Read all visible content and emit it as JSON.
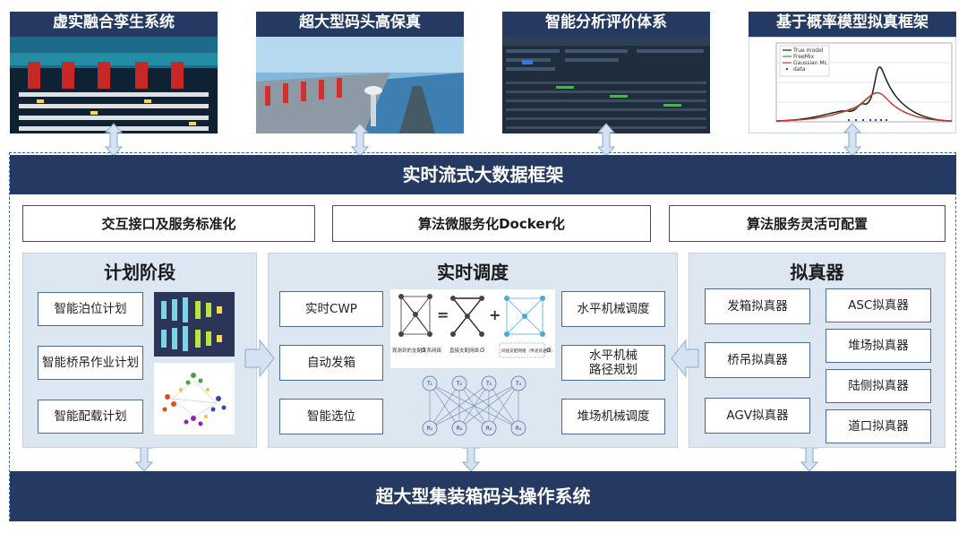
{
  "top_panels": [
    {
      "title": "虚实融合孪生系统"
    },
    {
      "title": "超大型码头高保真"
    },
    {
      "title": "智能分析评价体系"
    },
    {
      "title": "基于概率模型拟真框架"
    }
  ],
  "framework_band": "实时流式大数据框架",
  "standards": [
    "交互接口及服务标准化",
    "算法微服务化Docker化",
    "算法服务灵活可配置"
  ],
  "plan": {
    "title": "计划阶段",
    "items": [
      "智能泊位计划",
      "智能桥吊作业计划",
      "智能配载计划"
    ]
  },
  "realtime": {
    "title": "实时调度",
    "left_items": [
      "实时CWP",
      "自动发箱",
      "智能选位"
    ],
    "right_items": [
      "水平机械调度",
      "水平机械路径规划",
      "堆场机械调度"
    ],
    "graph_labels": [
      "观测到的支配关系网络",
      "直接支配网络",
      "间接支配网络（传递及递归）"
    ],
    "graph_symbols": [
      "G",
      "G",
      "G"
    ],
    "nn_top": [
      "T₁",
      "T₂",
      "T₃",
      "T₄"
    ],
    "nn_bottom": [
      "R₁",
      "R₂",
      "R₃",
      "R₄"
    ]
  },
  "simulator": {
    "title": "拟真器",
    "left_items": [
      "发箱拟真器",
      "桥吊拟真器",
      "AGV拟真器"
    ],
    "right_items": [
      "ASC拟真器",
      "堆场拟真器",
      "陆侧拟真器",
      "道口拟真器"
    ]
  },
  "chart_legend": [
    "True model",
    "FreeMix",
    "Gaussian ML",
    "data"
  ],
  "bottom_band": "超大型集装箱码头操作系统",
  "colors": {
    "navy": "#243a63",
    "stage_bg": "#dde7f2",
    "arrow": "#d4e3f3"
  }
}
